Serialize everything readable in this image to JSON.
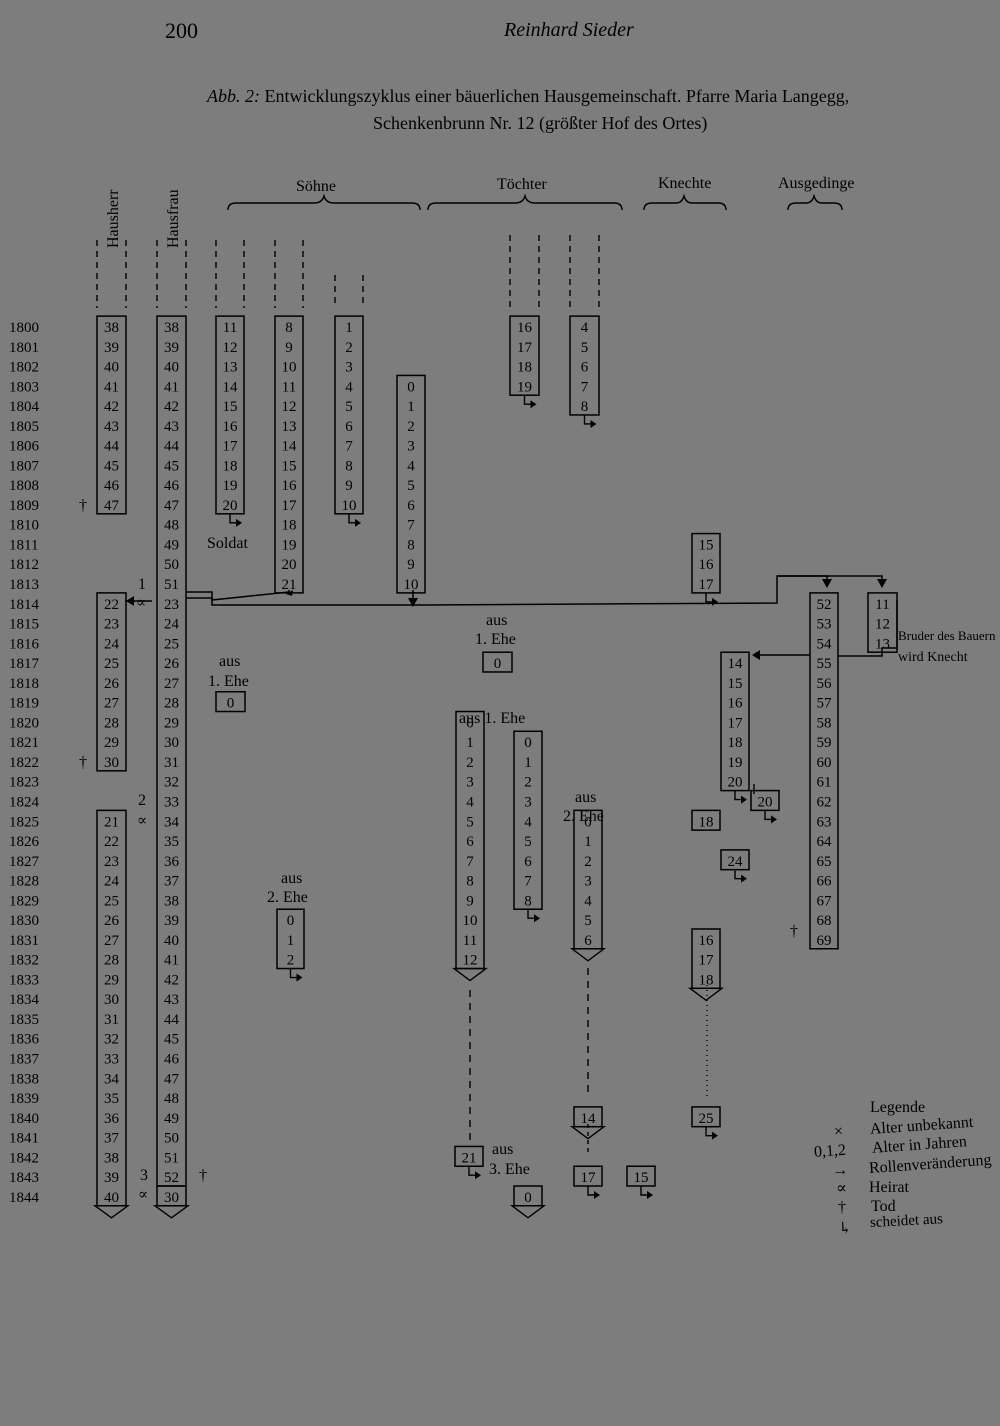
{
  "header": {
    "page_number": "200",
    "running_title": "Reinhard Sieder"
  },
  "caption": {
    "label": "Abb. 2:",
    "line1": "Entwicklungszyklus einer bäuerlichen Hausgemeinschaft. Pfarre Maria Langegg,",
    "line2": "Schenkenbrunn Nr. 12 (größter Hof des Ortes)"
  },
  "groups": {
    "hausherr": "Hausherr",
    "hausfrau": "Hausfrau",
    "soehne": "Söhne",
    "toechter": "Töchter",
    "knechte": "Knechte",
    "ausgedinge": "Ausgedinge"
  },
  "years": [
    1800,
    1801,
    1802,
    1803,
    1804,
    1805,
    1806,
    1807,
    1808,
    1809,
    1810,
    1811,
    1812,
    1813,
    1814,
    1815,
    1816,
    1817,
    1818,
    1819,
    1820,
    1821,
    1822,
    1823,
    1824,
    1825,
    1826,
    1827,
    1828,
    1829,
    1830,
    1831,
    1832,
    1833,
    1834,
    1835,
    1836,
    1837,
    1838,
    1839,
    1840,
    1841,
    1842,
    1843,
    1844
  ],
  "annotations": {
    "soldat": "Soldat",
    "aus": "aus",
    "erste_ehe": "1. Ehe",
    "aus_erste_ehe": "aus 1. Ehe",
    "zweite_ehe": "2. Ehe",
    "dritte_ehe": "3. Ehe",
    "bruder_line1": "Bruder des Bauern",
    "bruder_line2": "wird Knecht",
    "marriage_1": "1",
    "marriage_2": "2",
    "marriage_3": "3"
  },
  "legend": {
    "title": "Legende",
    "items": [
      {
        "symbol": "×",
        "label": "Alter unbekannt"
      },
      {
        "symbol": "0,1,2",
        "label": "Alter in Jahren"
      },
      {
        "symbol": "→",
        "label": "Rollenveränderung"
      },
      {
        "symbol": "∝",
        "label": "Heirat"
      },
      {
        "symbol": "†",
        "label": "Tod"
      },
      {
        "symbol": "↳",
        "label": "scheidet aus"
      }
    ]
  },
  "bars": [
    {
      "id": "hausherr-1",
      "role": "Hausherr",
      "start_year": 1800,
      "ages": [
        38,
        39,
        40,
        41,
        42,
        43,
        44,
        45,
        46,
        47
      ],
      "end": "death"
    },
    {
      "id": "hausherr-2",
      "role": "Hausherr",
      "start_year": 1814,
      "ages": [
        22,
        23,
        24,
        25,
        26,
        27,
        28,
        29,
        30
      ],
      "end": "death"
    },
    {
      "id": "hausherr-3",
      "role": "Hausherr",
      "start_year": 1825,
      "ages": [
        21,
        22,
        23,
        24,
        25,
        26,
        27,
        28,
        29,
        30,
        31,
        32,
        33,
        34,
        35,
        36,
        37,
        38,
        39,
        40
      ],
      "end": "continues"
    },
    {
      "id": "hausfrau-1",
      "role": "Hausfrau",
      "start_year": 1800,
      "ages": [
        38,
        39,
        40,
        41,
        42,
        43,
        44,
        45,
        46,
        47,
        48,
        49,
        50,
        51,
        23,
        24,
        25,
        26,
        27,
        28,
        29,
        30,
        31,
        32,
        33,
        34,
        35,
        36,
        37,
        38,
        39,
        40,
        41,
        42,
        43,
        44,
        45,
        46,
        47,
        48,
        49,
        50,
        51,
        52
      ],
      "end": "death"
    },
    {
      "id": "hausfrau-2",
      "role": "Hausfrau",
      "start_year": 1844,
      "ages": [
        30
      ],
      "end": "continues"
    },
    {
      "id": "sohn-a",
      "role": "Sohn",
      "start_year": 1800,
      "ages": [
        11,
        12,
        13,
        14,
        15,
        16,
        17,
        18,
        19,
        20
      ],
      "end": "leaves"
    },
    {
      "id": "sohn-b",
      "role": "Sohn",
      "start_year": 1800,
      "ages": [
        8,
        9,
        10,
        11,
        12,
        13,
        14,
        15,
        16,
        17,
        18,
        19,
        20,
        21
      ],
      "end": "role-change"
    },
    {
      "id": "sohn-c",
      "role": "Sohn",
      "start_year": 1800,
      "ages": [
        1,
        2,
        3,
        4,
        5,
        6,
        7,
        8,
        9,
        10
      ],
      "end": "leaves"
    },
    {
      "id": "sohn-d",
      "role": "Sohn",
      "start_year": 1803,
      "ages": [
        0,
        1,
        2,
        3,
        4,
        5,
        6,
        7,
        8,
        9,
        10
      ],
      "end": "role-change"
    },
    {
      "id": "sohn-e",
      "role": "Sohn",
      "start_year": 1819,
      "ages": [
        0
      ],
      "end": ""
    },
    {
      "id": "sohn-f",
      "role": "Sohn",
      "start_year": 1830,
      "ages": [
        0,
        1,
        2
      ],
      "end": "leaves"
    },
    {
      "id": "tochter-a",
      "role": "Tochter",
      "start_year": 1800,
      "ages": [
        16,
        17,
        18,
        19
      ],
      "end": "leaves"
    },
    {
      "id": "tochter-b",
      "role": "Tochter",
      "start_year": 1800,
      "ages": [
        4,
        5,
        6,
        7,
        8
      ],
      "end": "leaves"
    },
    {
      "id": "tochter-c",
      "role": "Tochter",
      "start_year": 1817,
      "ages": [
        0
      ],
      "end": ""
    },
    {
      "id": "tochter-d",
      "role": "Tochter",
      "start_year": 1820,
      "ages": [
        0,
        1,
        2,
        3,
        4,
        5,
        6,
        7,
        8,
        9,
        10,
        11,
        12
      ],
      "end": "continues"
    },
    {
      "id": "tochter-e",
      "role": "Tochter",
      "start_year": 1821,
      "ages": [
        0,
        1,
        2,
        3,
        4,
        5,
        6,
        7,
        8
      ],
      "end": "leaves"
    },
    {
      "id": "tochter-f",
      "role": "Tochter",
      "start_year": 1825,
      "ages": [
        0,
        1,
        2,
        3,
        4,
        5,
        6
      ],
      "end": "continues"
    },
    {
      "id": "tochter-g",
      "role": "Tochter",
      "start_year": 1840,
      "ages": [
        14
      ],
      "end": "continues"
    },
    {
      "id": "tochter-h",
      "role": "Tochter",
      "start_year": 1842,
      "ages": [
        21
      ],
      "end": "leaves"
    },
    {
      "id": "tochter-i",
      "role": "Tochter",
      "start_year": 1843,
      "ages": [
        17
      ],
      "end": "leaves"
    },
    {
      "id": "tochter-j",
      "role": "Tochter",
      "start_year": 1843,
      "ages": [
        15
      ],
      "end": "leaves"
    },
    {
      "id": "tochter-k",
      "role": "Tochter",
      "start_year": 1844,
      "ages": [
        0
      ],
      "end": "continues"
    },
    {
      "id": "knecht-a",
      "role": "Knecht",
      "start_year": 1811,
      "ages": [
        15,
        16,
        17
      ],
      "end": "leaves"
    },
    {
      "id": "knecht-b",
      "role": "Knecht",
      "start_year": 1817,
      "ages": [
        14,
        15,
        16,
        17,
        18,
        19,
        20
      ],
      "end": "leaves"
    },
    {
      "id": "knecht-c",
      "role": "Knecht",
      "start_year": 1824,
      "ages": [
        20
      ],
      "end": "leaves"
    },
    {
      "id": "knecht-d",
      "role": "Knecht",
      "start_year": 1825,
      "ages": [
        18
      ],
      "end": ""
    },
    {
      "id": "knecht-e",
      "role": "Knecht",
      "start_year": 1827,
      "ages": [
        24
      ],
      "end": "leaves"
    },
    {
      "id": "knecht-f",
      "role": "Knecht",
      "start_year": 1831,
      "ages": [
        16,
        17,
        18
      ],
      "end": "continues"
    },
    {
      "id": "knecht-g",
      "role": "Knecht",
      "start_year": 1840,
      "ages": [
        25
      ],
      "end": "leaves"
    },
    {
      "id": "ausgedinge-a",
      "role": "Ausgedinge",
      "start_year": 1814,
      "ages": [
        52,
        53,
        54,
        55,
        56,
        57,
        58,
        59,
        60,
        61,
        62,
        63,
        64,
        65,
        66,
        67,
        68,
        69
      ],
      "end": "death"
    },
    {
      "id": "ausgedinge-b",
      "role": "Ausgedinge",
      "start_year": 1814,
      "ages": [
        11,
        12,
        13
      ],
      "end": "role-change"
    }
  ]
}
